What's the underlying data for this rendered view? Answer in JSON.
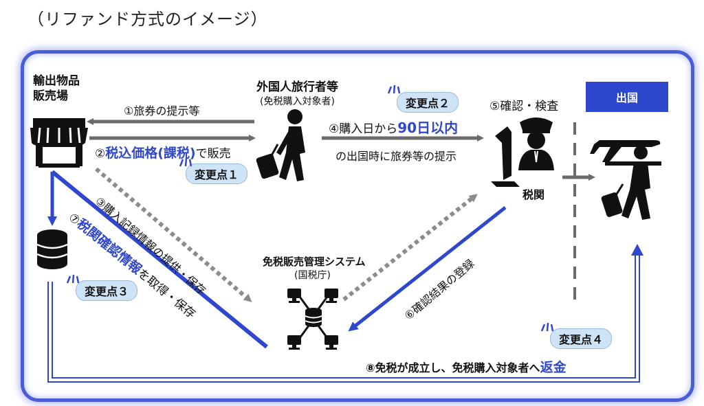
{
  "title": "（リファンド方式のイメージ）",
  "nodes": {
    "store": "輸出物品\n販売場",
    "traveler": "外国人旅行者等",
    "traveler_sub": "(免税購入対象者)",
    "customs": "税関",
    "system": "免税販売管理システム",
    "system_sub": "(国税庁)",
    "departure": "出国"
  },
  "steps": {
    "s1": "①旅券の提示等",
    "s2_prefix": "②",
    "s2_blue": "税込価格(課税)",
    "s2_suffix": "で販売",
    "s3": "③購入記録情報の提供・保存",
    "s4_prefix": "④購入日から",
    "s4_blue": "90日以内",
    "s4_line2": "の出国時に旅券等の提示",
    "s5": "⑤確認・検査",
    "s6": "⑥確認結果の登録",
    "s7_prefix": "⑦",
    "s7_blue": "税関確認情報",
    "s7_suffix": "を取得・保存",
    "s8_prefix": "⑧免税が成立し、免税購入対象者へ",
    "s8_blue": "返金"
  },
  "badges": {
    "b1": "変更点１",
    "b2": "変更点２",
    "b3": "変更点３",
    "b4": "変更点４"
  },
  "colors": {
    "accent": "#2f47cc",
    "frame": "#4a5dd8",
    "badge_bg": "#cfe3f7",
    "gray_arrow": "#6b6b6b",
    "dotted": "#8c8c8c"
  }
}
